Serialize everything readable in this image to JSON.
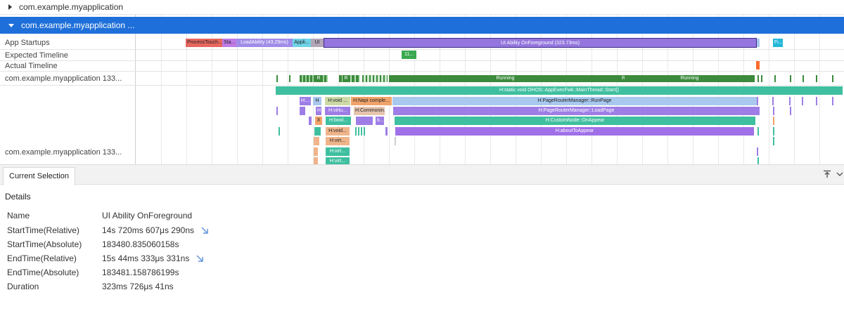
{
  "colors": {
    "selected_header": "#1e6fd9",
    "running": "#3c8a3c",
    "thread_main": "#3fbf9f",
    "lavender": "#9e7ee6",
    "light_blue": "#a8c8ee",
    "orange_ui": "#ff6b2b",
    "green_expected": "#3aa84f"
  },
  "trace": {
    "processes": [
      {
        "name": "com.example.myapplication",
        "expanded": false
      },
      {
        "name": "com.example.myapplication ...",
        "expanded": true
      }
    ],
    "rows": {
      "app_startups": "App Startups",
      "expected_timeline": "Expected Timeline",
      "actual_timeline": "Actual Timeline",
      "thread_state": "com.example.myapplication 133...",
      "thread_calls": "com.example.myapplication 133..."
    },
    "startup_slices": [
      "ProcessTouch...",
      "Sta...",
      "LoadAbility (43.29ms)",
      "Appli...",
      "UI",
      "UI Ability OnForeground (323.73ms)",
      "Fi..."
    ],
    "expected_slice": "11...",
    "state_labels": [
      "R",
      "R",
      "Running",
      "R",
      "Running"
    ],
    "call_slices": {
      "depth0": "H:static void OHOS::AppExecFwk::MainThread::Start()",
      "depth1": [
        "H:...",
        "H",
        "H:void ...",
        "H:Napi comple...",
        "H:PageRouterManager::RunPage"
      ],
      "depth2": [
        "H",
        "H:virtu...",
        "H:Commonin...",
        "H:PageRouterManager::LoadPage"
      ],
      "depth3": [
        "X",
        "H:bool...",
        "b...",
        "H:CustomNode::OnAppear"
      ],
      "depth4": [
        "H:void...",
        "H:aboutToAppear"
      ],
      "depth5": [
        "H:virt..."
      ],
      "depth6": [
        "H:virt..."
      ],
      "depth7": [
        "H:virt..."
      ]
    }
  },
  "panel": {
    "tab_label": "Current Selection",
    "section_title": "Details",
    "pin_icon": "pin-top-icon",
    "collapse_icon": "chevron-down-icon",
    "fields": [
      {
        "key": "Name",
        "value": "UI Ability OnForeground",
        "jump": false
      },
      {
        "key": "StartTime(Relative)",
        "value": "14s 720ms 607μs 290ns",
        "jump": true
      },
      {
        "key": "StartTime(Absolute)",
        "value": "183480.835060158s",
        "jump": false
      },
      {
        "key": "EndTime(Relative)",
        "value": "15s 44ms 333μs 331ns",
        "jump": true
      },
      {
        "key": "EndTime(Absolute)",
        "value": "183481.158786199s",
        "jump": false
      },
      {
        "key": "Duration",
        "value": "323ms 726μs 41ns",
        "jump": false
      }
    ]
  }
}
